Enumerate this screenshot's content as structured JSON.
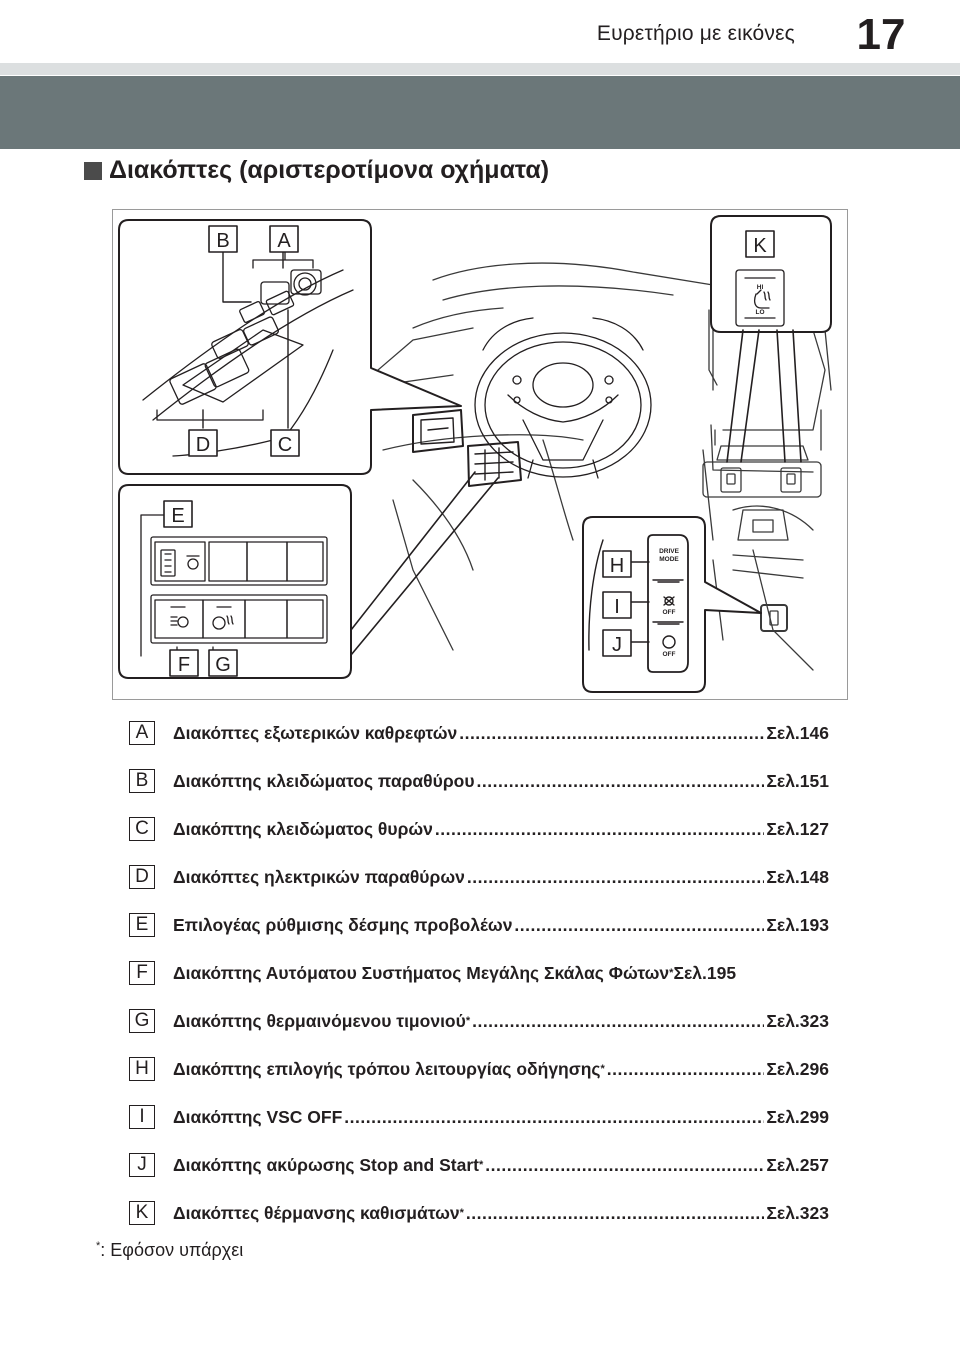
{
  "header": {
    "title": "Ευρετήριο με εικόνες",
    "page_number": "17"
  },
  "section": {
    "title": "Διακόπτες (αριστεροτίμονα οχήματα)"
  },
  "figure": {
    "callouts": [
      "A",
      "B",
      "C",
      "D",
      "E",
      "F",
      "G",
      "H",
      "I",
      "J",
      "K"
    ],
    "switch_labels": {
      "drive_mode": "DRIVE MODE",
      "vsc_off": "OFF",
      "stop_start_off": "OFF",
      "seat_hi": "HI",
      "seat_lo": "LO"
    }
  },
  "items": [
    {
      "letter": "A",
      "text": "Διακόπτες εξωτερικών καθρεφτών",
      "sup": "",
      "page": "Σελ.146"
    },
    {
      "letter": "B",
      "text": "Διακόπτης κλειδώματος παραθύρου",
      "sup": "",
      "page": "Σελ.151"
    },
    {
      "letter": "C",
      "text": "Διακόπτης κλειδώματος θυρών",
      "sup": "",
      "page": "Σελ.127"
    },
    {
      "letter": "D",
      "text": "Διακόπτες ηλεκτρικών παραθύρων",
      "sup": "",
      "page": "Σελ.148"
    },
    {
      "letter": "E",
      "text": "Επιλογέας ρύθμισης δέσμης προβολέων",
      "sup": "",
      "page": "Σελ.193"
    },
    {
      "letter": "F",
      "text": "Διακόπτης Αυτόματου Συστήματος Μεγάλης Σκάλας Φώτων",
      "sup": "*",
      "page": "Σελ.195"
    },
    {
      "letter": "G",
      "text": "Διακόπτης θερμαινόμενου τιμονιού",
      "sup": "*",
      "page": "Σελ.323"
    },
    {
      "letter": "H",
      "text": "Διακόπτης επιλογής τρόπου λειτουργίας οδήγησης",
      "sup": "*",
      "page": "Σελ.296"
    },
    {
      "letter": "I",
      "text": "Διακόπτης VSC OFF",
      "sup": "",
      "page": "Σελ.299"
    },
    {
      "letter": "J",
      "text": "Διακόπτης ακύρωσης Stop and Start",
      "sup": "*",
      "page": "Σελ.257"
    },
    {
      "letter": "K",
      "text": "Διακόπτες θέρμανσης καθισμάτων",
      "sup": "*",
      "page": "Σελ.323"
    }
  ],
  "footnote": {
    "mark": "*",
    "text": ": Εφόσον υπάρχει"
  }
}
